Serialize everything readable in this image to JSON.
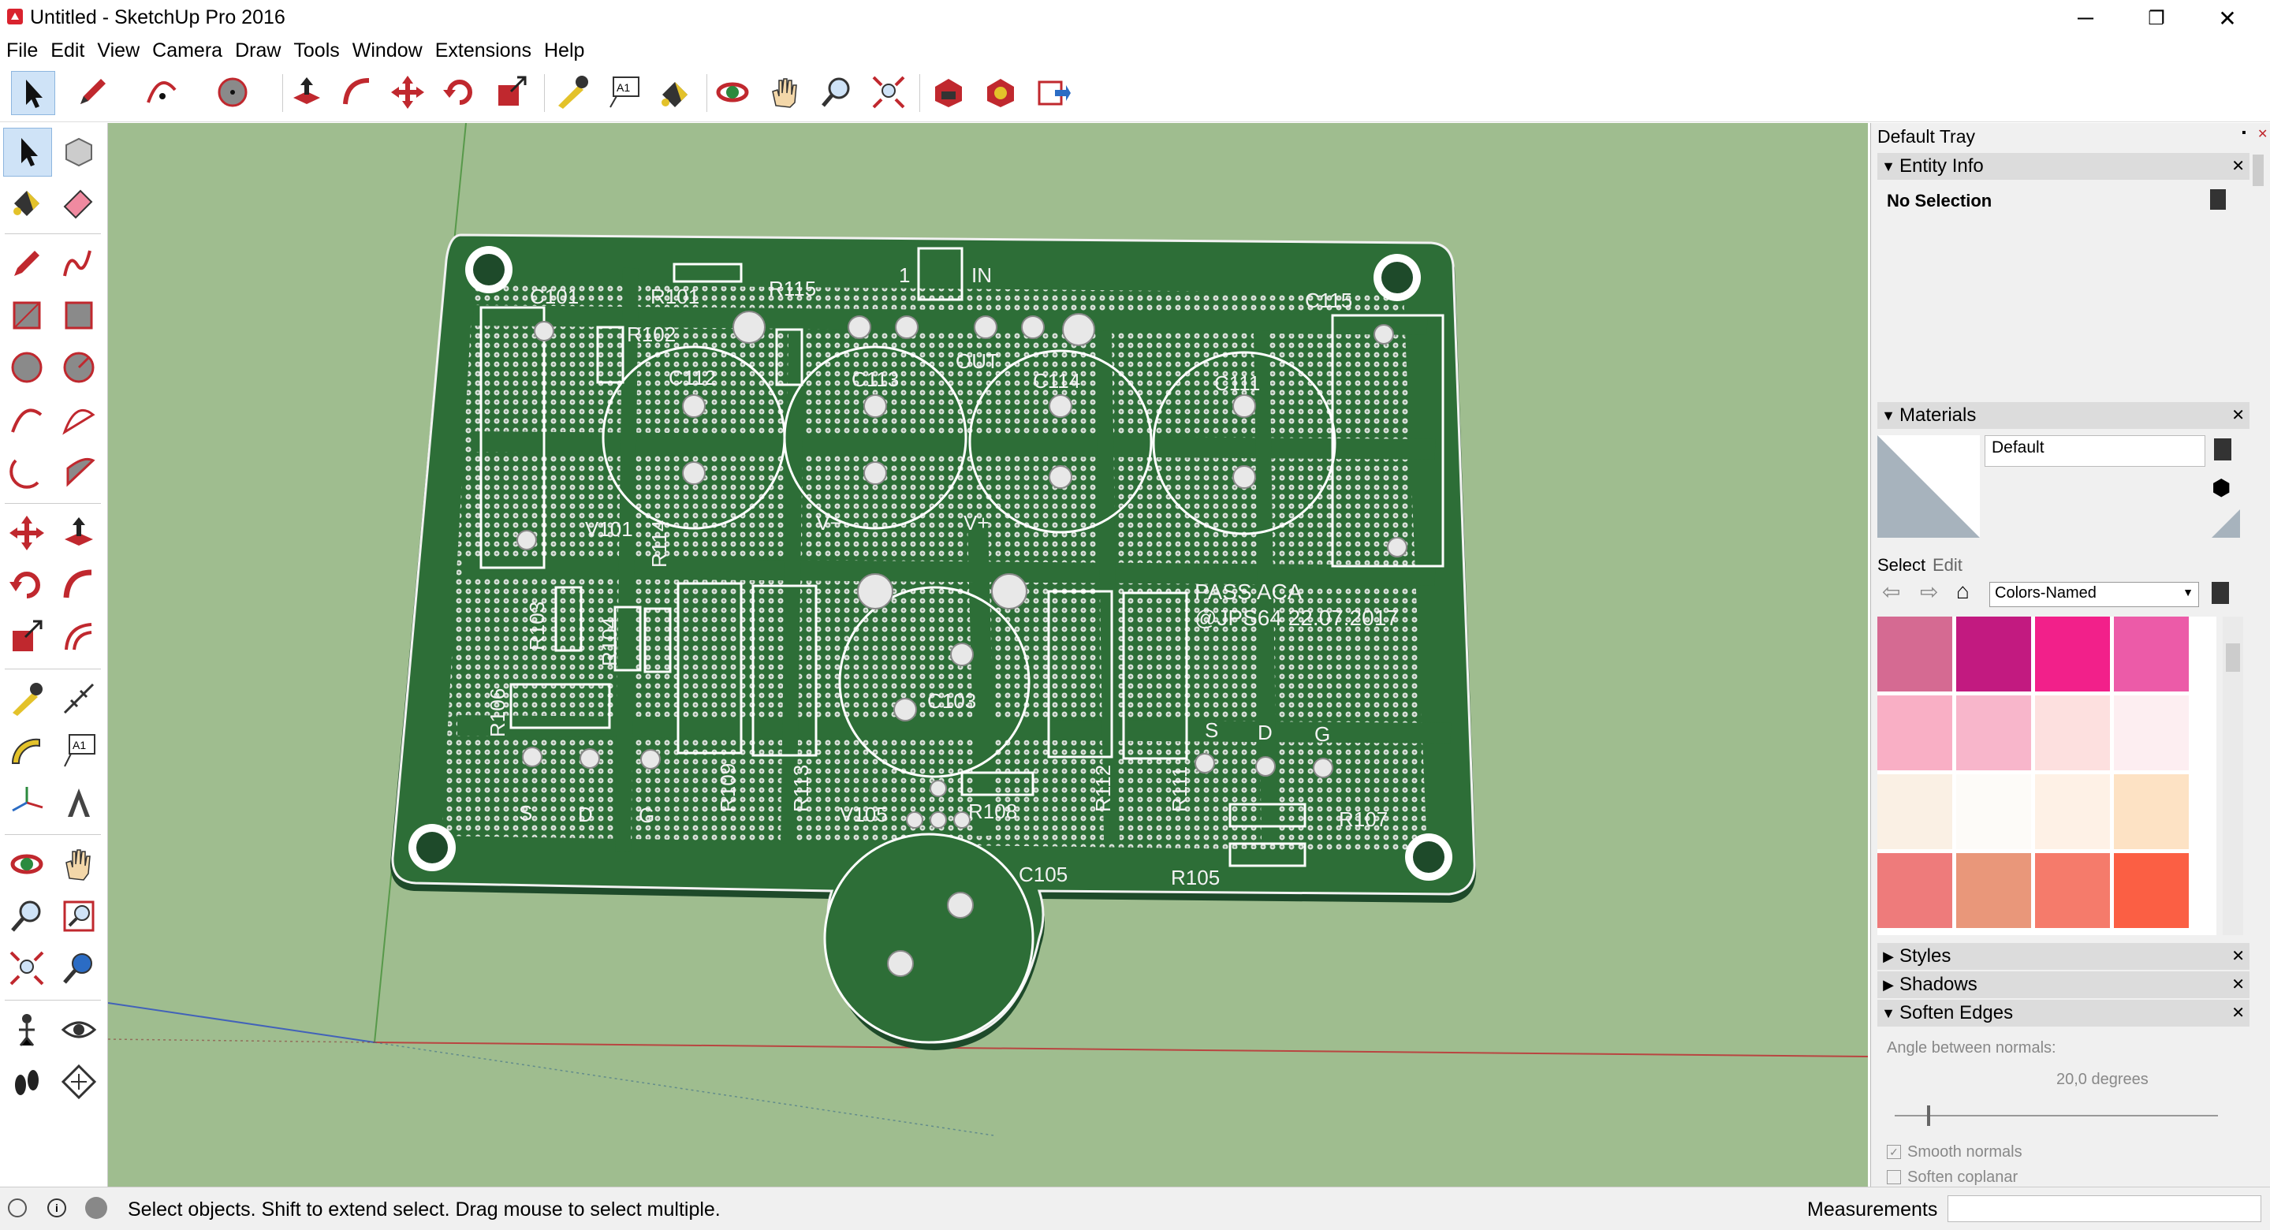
{
  "window": {
    "title": "Untitled - SketchUp Pro 2016",
    "minimize": "─",
    "restore": "❐",
    "close": "✕"
  },
  "menu": [
    "File",
    "Edit",
    "View",
    "Camera",
    "Draw",
    "Tools",
    "Window",
    "Extensions",
    "Help"
  ],
  "toolbar_icons": [
    "select-icon",
    "pencil-icon",
    "arc-icon",
    "circle-icon",
    "push-pull-icon",
    "follow-me-icon",
    "move-icon",
    "rotate-icon",
    "scale-icon",
    "tape-measure-icon",
    "text-icon",
    "paint-bucket-icon",
    "orbit-icon",
    "pan-icon",
    "zoom-icon",
    "zoom-extents-icon",
    "3d-warehouse-icon",
    "extension-warehouse-icon",
    "layout-icon"
  ],
  "board": {
    "labels": [
      {
        "t": "C101"
      },
      {
        "t": "R101"
      },
      {
        "t": "1"
      },
      {
        "t": "IN"
      },
      {
        "t": "R115"
      },
      {
        "t": "R102"
      },
      {
        "t": "OUT"
      },
      {
        "t": "C115"
      },
      {
        "t": "C112"
      },
      {
        "t": "C113"
      },
      {
        "t": "C114"
      },
      {
        "t": "C111"
      },
      {
        "t": "V101"
      },
      {
        "t": "R114"
      },
      {
        "t": "V−"
      },
      {
        "t": "V+"
      },
      {
        "t": "PASS  ACA"
      },
      {
        "t": "@JPS64  22.07.2017"
      },
      {
        "t": "R103"
      },
      {
        "t": "R104"
      },
      {
        "t": "R106"
      },
      {
        "t": "C103"
      },
      {
        "t": "R109"
      },
      {
        "t": "R113"
      },
      {
        "t": "R112"
      },
      {
        "t": "R111"
      },
      {
        "t": "S"
      },
      {
        "t": "D"
      },
      {
        "t": "G"
      },
      {
        "t": "S"
      },
      {
        "t": "D"
      },
      {
        "t": "G"
      },
      {
        "t": "V105"
      },
      {
        "t": "R108"
      },
      {
        "t": "R107"
      },
      {
        "t": "C105"
      },
      {
        "t": "R105"
      }
    ]
  },
  "tray": {
    "title": "Default Tray",
    "entity_info": {
      "label": "Entity Info",
      "selection": "No Selection"
    },
    "materials": {
      "label": "Materials",
      "current": "Default",
      "select_tab": "Select",
      "edit_tab": "Edit",
      "library": "Colors-Named"
    },
    "swatches": [
      "#d56a92",
      "#c21a80",
      "#f2208a",
      "#ec5ba8",
      "#f9afc5",
      "#f8b6cb",
      "#fde0df",
      "#fdeef1",
      "#faf0e4",
      "#fdfbf8",
      "#fef1e6",
      "#fde2c4",
      "#ee7b7b",
      "#e9977a",
      "#f57b6b",
      "#fb5f44"
    ],
    "styles": "Styles",
    "shadows": "Shadows",
    "soften_edges": {
      "label": "Soften Edges",
      "angle_label": "Angle between normals:",
      "angle_value": "20,0  degrees",
      "smooth": "Smooth normals",
      "coplanar": "Soften coplanar",
      "slider_fraction": 0.1
    }
  },
  "status": {
    "message": "Select objects. Shift to extend select. Drag mouse to select multiple.",
    "measurements": "Measurements"
  }
}
